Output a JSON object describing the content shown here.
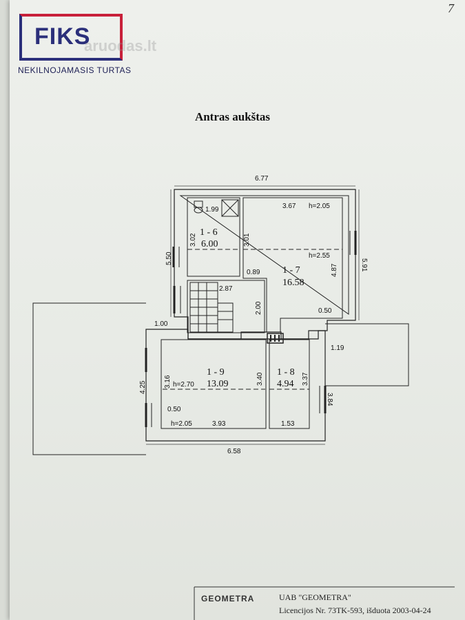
{
  "logo": {
    "text": "FIKS",
    "subtitle": "NEKILNOJAMASIS TURTAS",
    "watermark": "aruodas.lt"
  },
  "page_number": "7",
  "title": "Antras aukštas",
  "rooms": [
    {
      "id": "1 - 6",
      "area": "6.00"
    },
    {
      "id": "1 - 7",
      "area": "16.58"
    },
    {
      "id": "1 - 9",
      "area": "13.09"
    },
    {
      "id": "1 - 8",
      "area": "4.94"
    }
  ],
  "dimensions": {
    "top_width": "6.77",
    "bottom_width": "6.58",
    "left_upper": "5.50",
    "left_lower": "4.25",
    "right_upper": "5.91",
    "right_lower": "3.84",
    "d_1_99": "1.99",
    "d_3_67": "3.67",
    "h_2_05_top": "h=2.05",
    "d_3_02": "3.02",
    "d_3_01": "3.01",
    "h_2_55": "h=2.55",
    "d_0_89": "0.89",
    "d_4_87": "4.87",
    "d_2_87": "2.87",
    "d_2_00": "2.00",
    "d_0_50_right": "0.50",
    "d_1_00": "1.00",
    "d_1_19": "1.19",
    "d_3_16": "3.16",
    "h_2_70": "h=2.70",
    "d_3_40": "3.40",
    "d_3_37": "3.37",
    "d_0_50_left": "0.50",
    "h_2_05_bottom": "h=2.05",
    "d_3_93": "3.93",
    "d_1_53": "1.53"
  },
  "footer": {
    "logo": "GEOMETRA",
    "company": "UAB \"GEOMETRA\"",
    "license": "Licencijos Nr. 73TK-593, išduota 2003-04-24"
  }
}
